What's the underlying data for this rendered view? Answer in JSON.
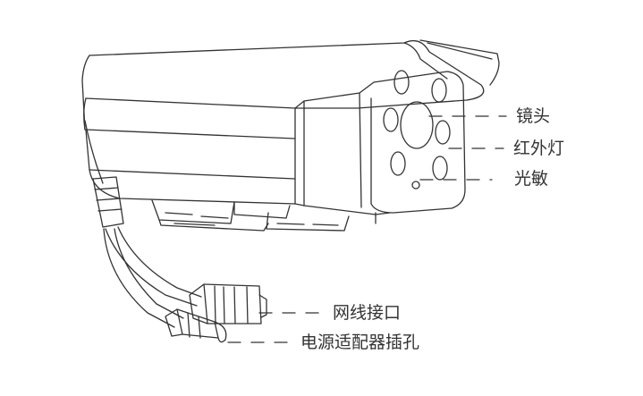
{
  "labels": {
    "lens": "镜头",
    "ir_light": "红外灯",
    "photosensor": "光敏",
    "network_port": "网线接口",
    "power_jack": "电源适配器插孔"
  },
  "colors": {
    "line": "#333333",
    "text": "#333333",
    "background": "#ffffff"
  }
}
